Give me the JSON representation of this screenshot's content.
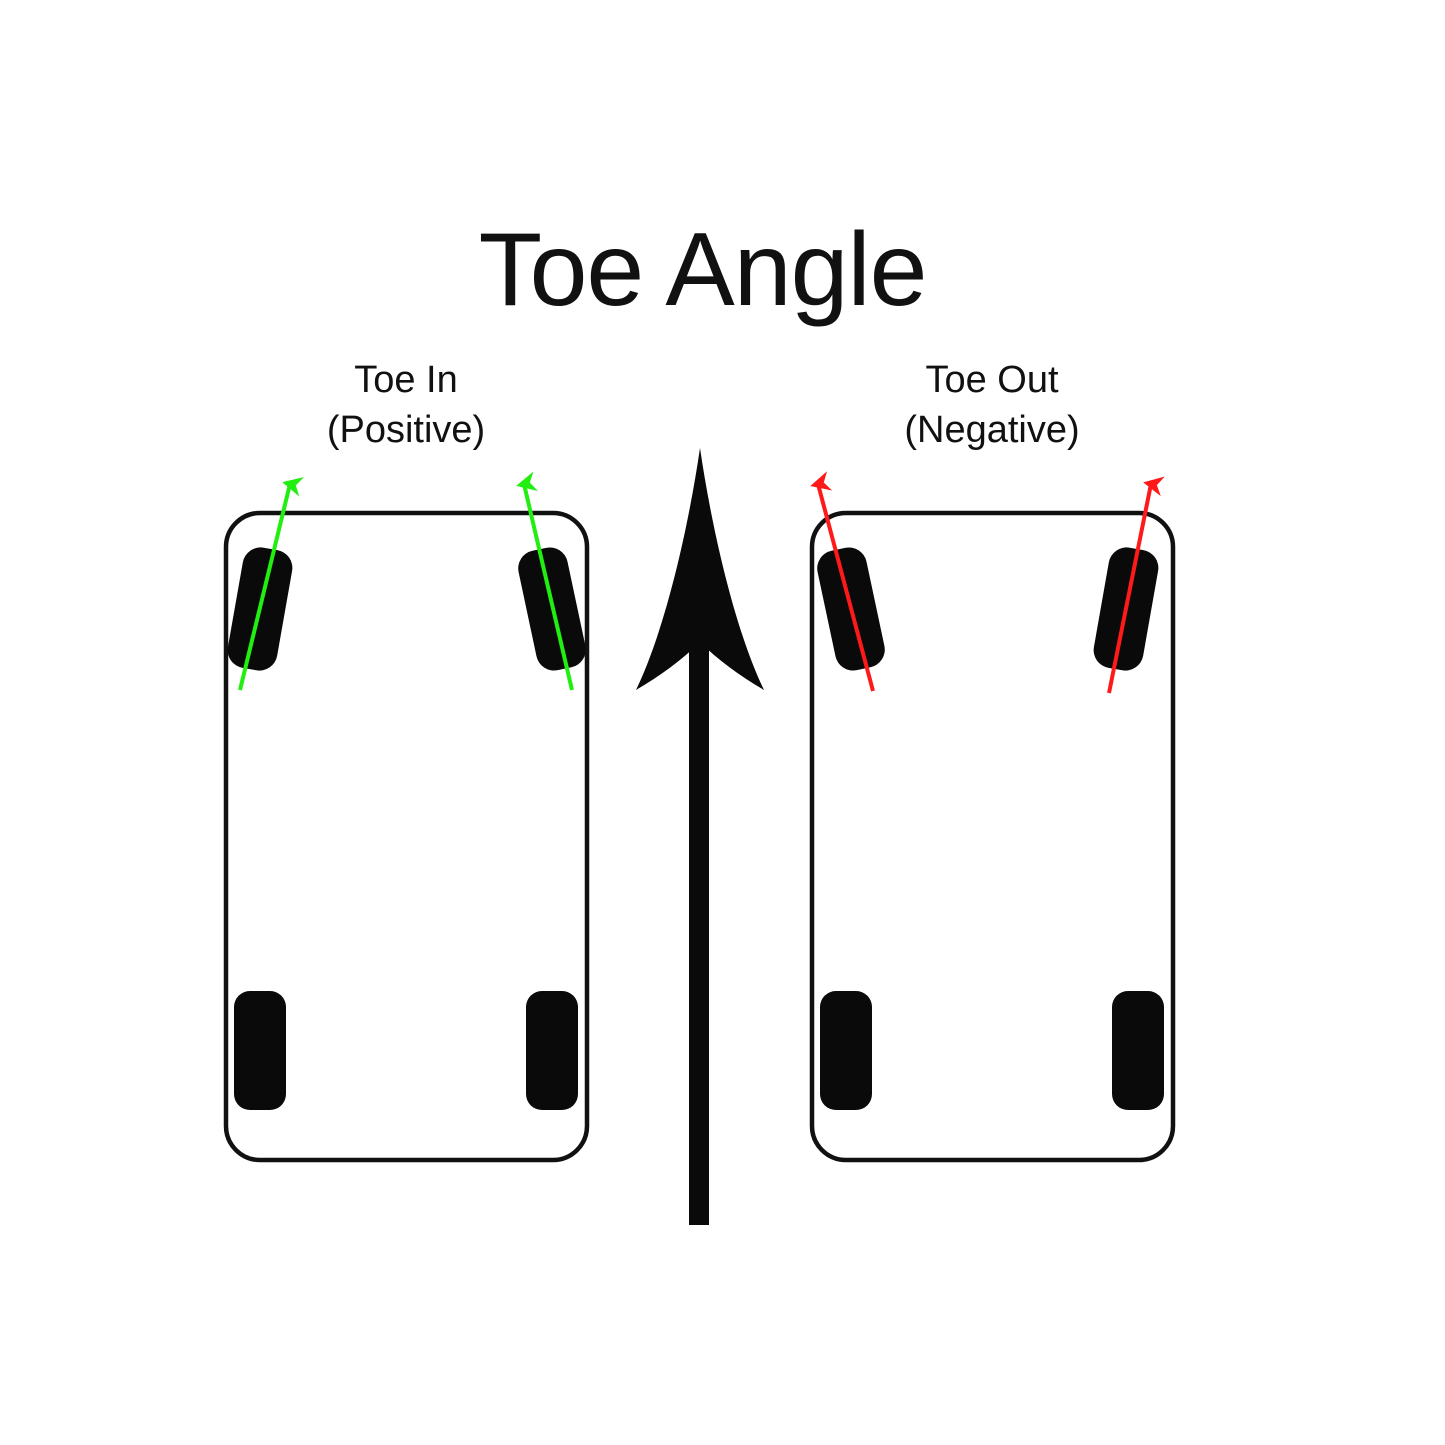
{
  "title": "Toe Angle",
  "panels": [
    {
      "label_line1": "Toe In",
      "label_line2": "(Positive)",
      "indicator_color": "#22ee11"
    },
    {
      "label_line1": "Toe Out",
      "label_line2": "(Negative)",
      "indicator_color": "#ff1a1a"
    }
  ],
  "colors": {
    "outline": "#111111",
    "tire": "#0a0a0a",
    "background": "#ffffff"
  }
}
